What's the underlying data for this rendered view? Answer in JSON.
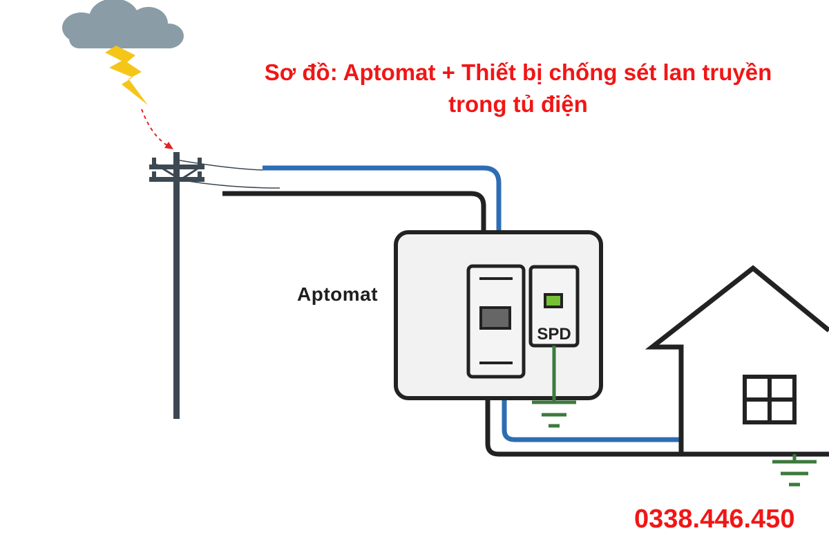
{
  "title": {
    "line1": "Sơ đồ: Aptomat + Thiết bị chống sét lan truyền",
    "line2": "trong tủ điện"
  },
  "labels": {
    "aptomat": "Aptomat",
    "spd": "SPD",
    "phone": "0338.446.450"
  },
  "icons": [
    "cloud-icon",
    "lightning-icon",
    "utility-pole-icon",
    "house-icon",
    "ground-icon"
  ],
  "colors": {
    "title": "#f01616",
    "phone": "#f01616",
    "live_wire": "#2e6db4",
    "neutral_wire": "#222222",
    "ground_wire": "#3c7a3c",
    "spd_indicator": "#76c234",
    "cloud": "#8a9ca6",
    "lightning": "#f5c518",
    "pole": "#3c4852"
  }
}
